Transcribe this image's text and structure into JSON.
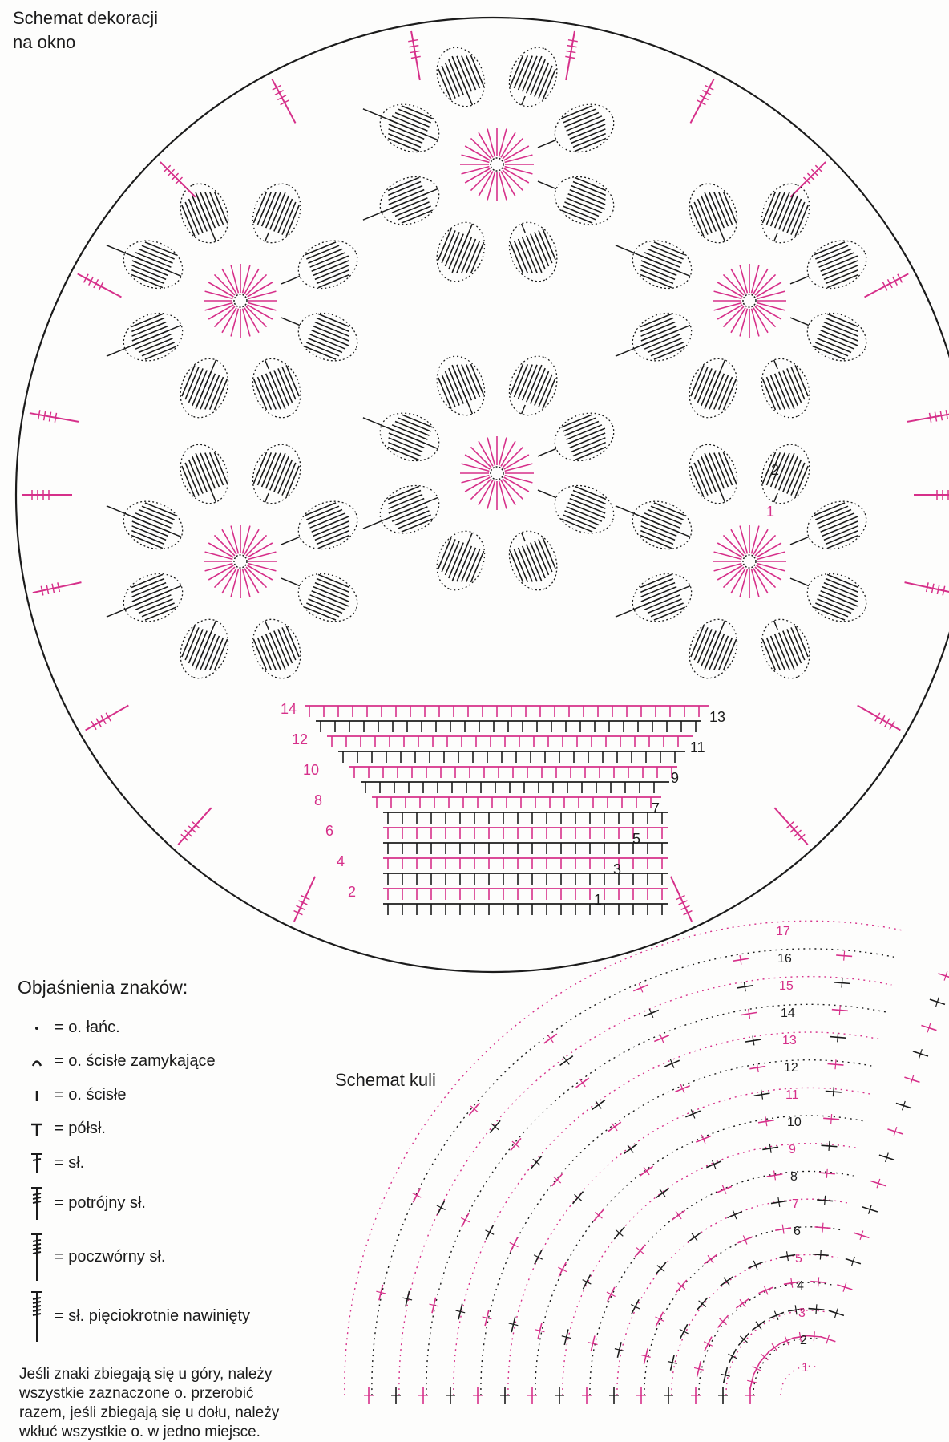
{
  "title": {
    "line1": "Schemat dekoracji",
    "line2": "na okno"
  },
  "basket": {
    "rows_left": [
      "14",
      "12",
      "10",
      "8",
      "6",
      "4",
      "2"
    ],
    "rows_right": [
      "13",
      "11",
      "9",
      "7",
      "5",
      "3",
      "1"
    ]
  },
  "motif": {
    "label_2": "2",
    "label_1": "1"
  },
  "legend": {
    "title": "Objaśnienia znaków:",
    "items": [
      {
        "icon": "chain-stitch-icon",
        "text": "= o. łańc."
      },
      {
        "icon": "slip-stitch-join-icon",
        "text": "= o. ścisłe zamykające"
      },
      {
        "icon": "single-crochet-icon",
        "text": "= o. ścisłe"
      },
      {
        "icon": "half-double-crochet-icon",
        "text": "= półsł."
      },
      {
        "icon": "double-crochet-icon",
        "text": "= sł."
      },
      {
        "icon": "triple-treble-icon",
        "text": "= potrójny sł."
      },
      {
        "icon": "quadruple-treble-icon",
        "text": "= poczwórny sł."
      },
      {
        "icon": "quintuple-treble-icon",
        "text": "= sł. pięciokrotnie nawinięty"
      }
    ],
    "note": "Jeśli znaki zbiegają się u góry, należy\nwszystkie zaznaczone o. przerobić\nrazem, jeśli zbiegają się u dołu, należy\nwkłuć wszystkie o. w jedno miejsce."
  },
  "ball": {
    "title": "Schemat kuli",
    "rows": [
      "17",
      "16",
      "15",
      "14",
      "13",
      "12",
      "11",
      "10",
      "9",
      "8",
      "7",
      "6",
      "5",
      "4",
      "3",
      "2",
      "1"
    ]
  },
  "colors": {
    "ink": "#1b1b1b",
    "accent": "#d6308a"
  }
}
